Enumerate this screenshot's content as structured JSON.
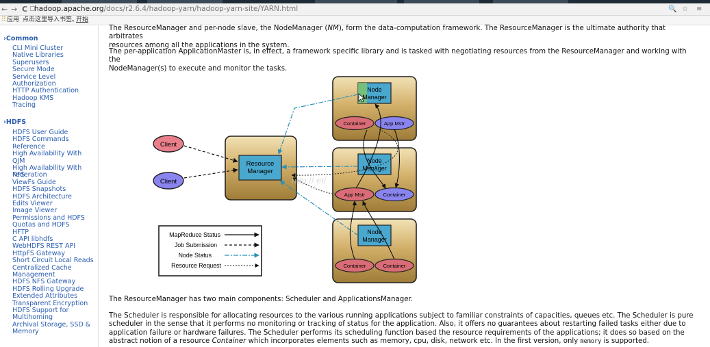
{
  "browser": {
    "url_host": "hadoop.apache.org",
    "url_path": "/docs/r2.6.4/hadoop-yarn/hadoop-yarn-site/YARN.html",
    "back": "←",
    "forward": "→",
    "reload": "C",
    "bookmarks": {
      "apps_label": "应用",
      "import_text": "点击这里导入书签。",
      "start_label": "开始"
    },
    "tools": [
      "🔍",
      "☆",
      "≡"
    ]
  },
  "sidebar": {
    "sections": [
      {
        "heading": "Common",
        "items": [
          "CLI Mini Cluster",
          "Native Libraries",
          "Superusers",
          "Secure Mode",
          "Service Level",
          "Authorization",
          "HTTP Authentication",
          "Hadoop KMS",
          "Tracing"
        ]
      },
      {
        "heading": "HDFS",
        "items": [
          "HDFS User Guide",
          "HDFS Commands",
          "Reference",
          "High Availability With",
          "QJM",
          "High Availability With NFS",
          "Federation",
          "ViewFs Guide",
          "HDFS Snapshots",
          "HDFS Architecture",
          "Edits Viewer",
          "Image Viewer",
          "Permissions and HDFS",
          "Quotas and HDFS",
          "HFTP",
          "C API libhdfs",
          "WebHDFS REST API",
          "HttpFS Gateway",
          "Short Circuit Local Reads",
          "Centralized Cache",
          "Management",
          "HDFS NFS Gateway",
          "HDFS Rolling Upgrade",
          "Extended Attributes",
          "Transparent Encryption",
          "HDFS Support for",
          "Multihoming",
          "Archival Storage, SSD &",
          "Memory"
        ]
      }
    ]
  },
  "content": {
    "p1_a": "The ResourceManager and per-node slave, the NodeManager (",
    "p1_em": "NM",
    "p1_b": "), form the data-computation framework. The ResourceManager is the ultimate authority that arbitrates",
    "p1_c": "resources among all the applications in the system.",
    "p2_a": "The per-application ApplicationMaster is, in effect, a framework specific library and is tasked with negotiating resources from the ResourceManager and working with the",
    "p2_b": "NodeManager(s) to execute and monitor the tasks.",
    "p3": "The ResourceManager has two main components: Scheduler and ApplicationsManager.",
    "p4_l1": "The Scheduler is responsible for allocating resources to the various running applications subject to familiar constraints of capacities, queues etc. The Scheduler is pure",
    "p4_l2": "scheduler in the sense that it performs no monitoring or tracking of status for the application. Also, it offers no guarantees about restarting failed tasks either due to",
    "p4_l3": "application failure or hardware failures. The Scheduler performs its scheduling function based the resource requirements of the applications; it does so based on the",
    "p4_l4_a": "abstract notion of a resource ",
    "p4_l4_em": "Container",
    "p4_l4_b": " which incorporates elements such as memory, cpu, disk, network etc. In the first version, only ",
    "p4_l4_code": "memory",
    "p4_l4_c": " is supported."
  },
  "diagram": {
    "client_label": "Client",
    "rm_line1": "Resource",
    "rm_line2": "Manager",
    "nm_line1": "Node",
    "nm_line2": "Manager",
    "container_label": "Container",
    "app_mstr_label": "App Mstr",
    "watermark": "http://                  et/",
    "legend": {
      "mapreduce_status": "MapReduce Status",
      "job_submission": "Job Submission",
      "node_status": "Node Status",
      "resource_request": "Resource Request"
    },
    "colors": {
      "node_box": "#c9a55b",
      "manager_box": "#4aa8cf",
      "client_pink": "#e87f8a",
      "client_blue": "#8a84ee",
      "container_pink": "#d96c76",
      "node_status_line": "#2a8fb8"
    }
  },
  "colors": {
    "link": "#2a5db0",
    "text": "#111111"
  }
}
